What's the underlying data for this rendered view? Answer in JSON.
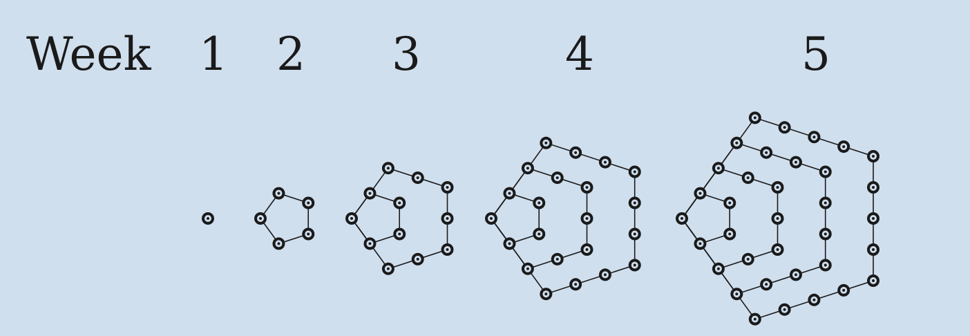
{
  "header": {
    "title": "Week"
  },
  "weeks": [
    {
      "label": "1",
      "layers": 1
    },
    {
      "label": "2",
      "layers": 2
    },
    {
      "label": "3",
      "layers": 3
    },
    {
      "label": "4",
      "layers": 4
    },
    {
      "label": "5",
      "layers": 5
    }
  ],
  "colors": {
    "background": "#d0dfee",
    "ink": "#1a1a1a"
  }
}
